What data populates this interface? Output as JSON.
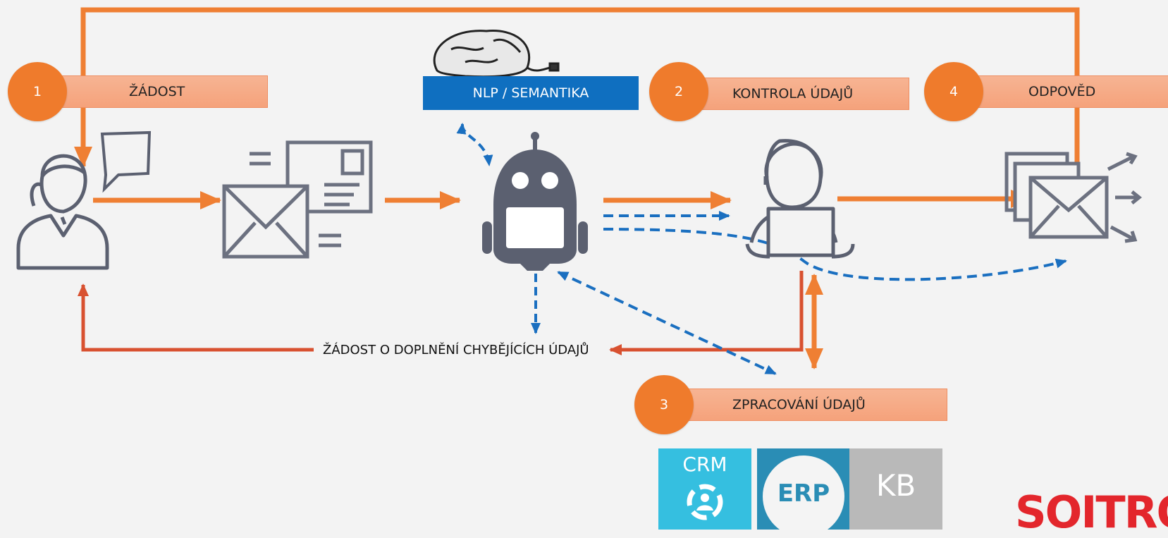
{
  "steps": {
    "s1": {
      "number": "1",
      "label": "ŽÁDOST"
    },
    "s2": {
      "number": "2",
      "label": "KONTROLA ÚDAJŮ"
    },
    "s3": {
      "number": "3",
      "label": "ZPRACOVÁNÍ ÚDAJŮ"
    },
    "s4": {
      "number": "4",
      "label": "ODPOVĚD"
    }
  },
  "nlp_label": "NLP / SEMANTIKA",
  "missing_data_label": "ŽÁDOST O DOPLNĚNÍ CHYBĚJÍCÍCH ÚDAJŮ",
  "systems": {
    "crm": "CRM",
    "erp": "ERP",
    "kb": "KB"
  },
  "logo_text": "SOITRO",
  "colors": {
    "orange_flow": "#ef7f33",
    "red_flow": "#d85130",
    "blue_dashed": "#1a6fc0",
    "icon_gray": "#5b6070",
    "badge": "#ef7b2c",
    "band": "#f5a27b",
    "nlp_box": "#0f6fc0",
    "logo": "#e3262c"
  },
  "icons": [
    "customer-icon",
    "speech-bubble-icon",
    "mail-postcard-icon",
    "brain-icon",
    "robot-icon",
    "operator-laptop-icon",
    "mail-send-icon",
    "crm-icon",
    "erp-icon",
    "kb-icon"
  ]
}
